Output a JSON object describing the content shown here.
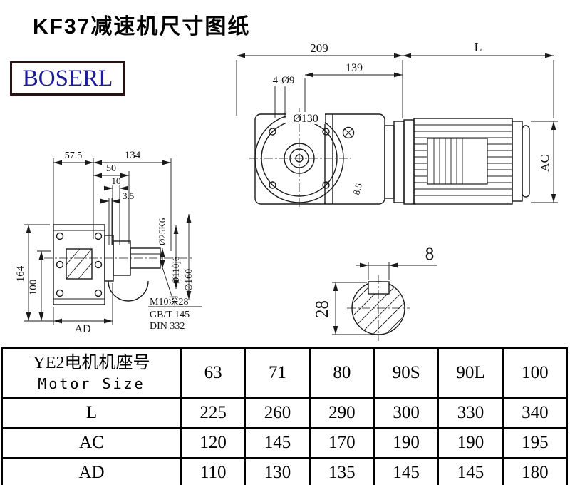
{
  "page": {
    "title": "KF37减速机尺寸图纸",
    "brand": "BOSERL"
  },
  "front_view": {
    "overall_length": "209",
    "motor_length": "L",
    "flange_offset": "139",
    "bolt_holes": "4-Ø9",
    "flange_diameter": "Ø130",
    "gap": "8.5",
    "motor_height": "AC"
  },
  "side_view": {
    "dim_57_5": "57.5",
    "dim_134": "134",
    "dim_50": "50",
    "dim_10": "10",
    "dim_3_5": "3.5",
    "dim_164": "164",
    "dim_100": "100",
    "dim_ad": "AD",
    "shaft_diameter": "Ø25K6",
    "spigot_diameter": "Ø110j6",
    "flange_diameter": "Ø160",
    "tap_note": "M10深28",
    "std_note_1": "GB/T 145",
    "std_note_2": "DIN 332"
  },
  "shaft_section": {
    "key_width": "8",
    "key_height": "28"
  },
  "table": {
    "header_cn": "YE2电机机座号",
    "header_en": "Motor Size",
    "sizes": [
      "63",
      "71",
      "80",
      "90S",
      "90L",
      "100"
    ],
    "rows": [
      {
        "label": "L",
        "values": [
          "225",
          "260",
          "290",
          "300",
          "330",
          "340"
        ]
      },
      {
        "label": "AC",
        "values": [
          "120",
          "145",
          "170",
          "190",
          "190",
          "195"
        ]
      },
      {
        "label": "AD",
        "values": [
          "110",
          "130",
          "135",
          "145",
          "145",
          "180"
        ]
      }
    ]
  },
  "colors": {
    "line": "#1a1a1a",
    "brand_text": "#1c1c9c",
    "brand_border": "#2a1212"
  }
}
